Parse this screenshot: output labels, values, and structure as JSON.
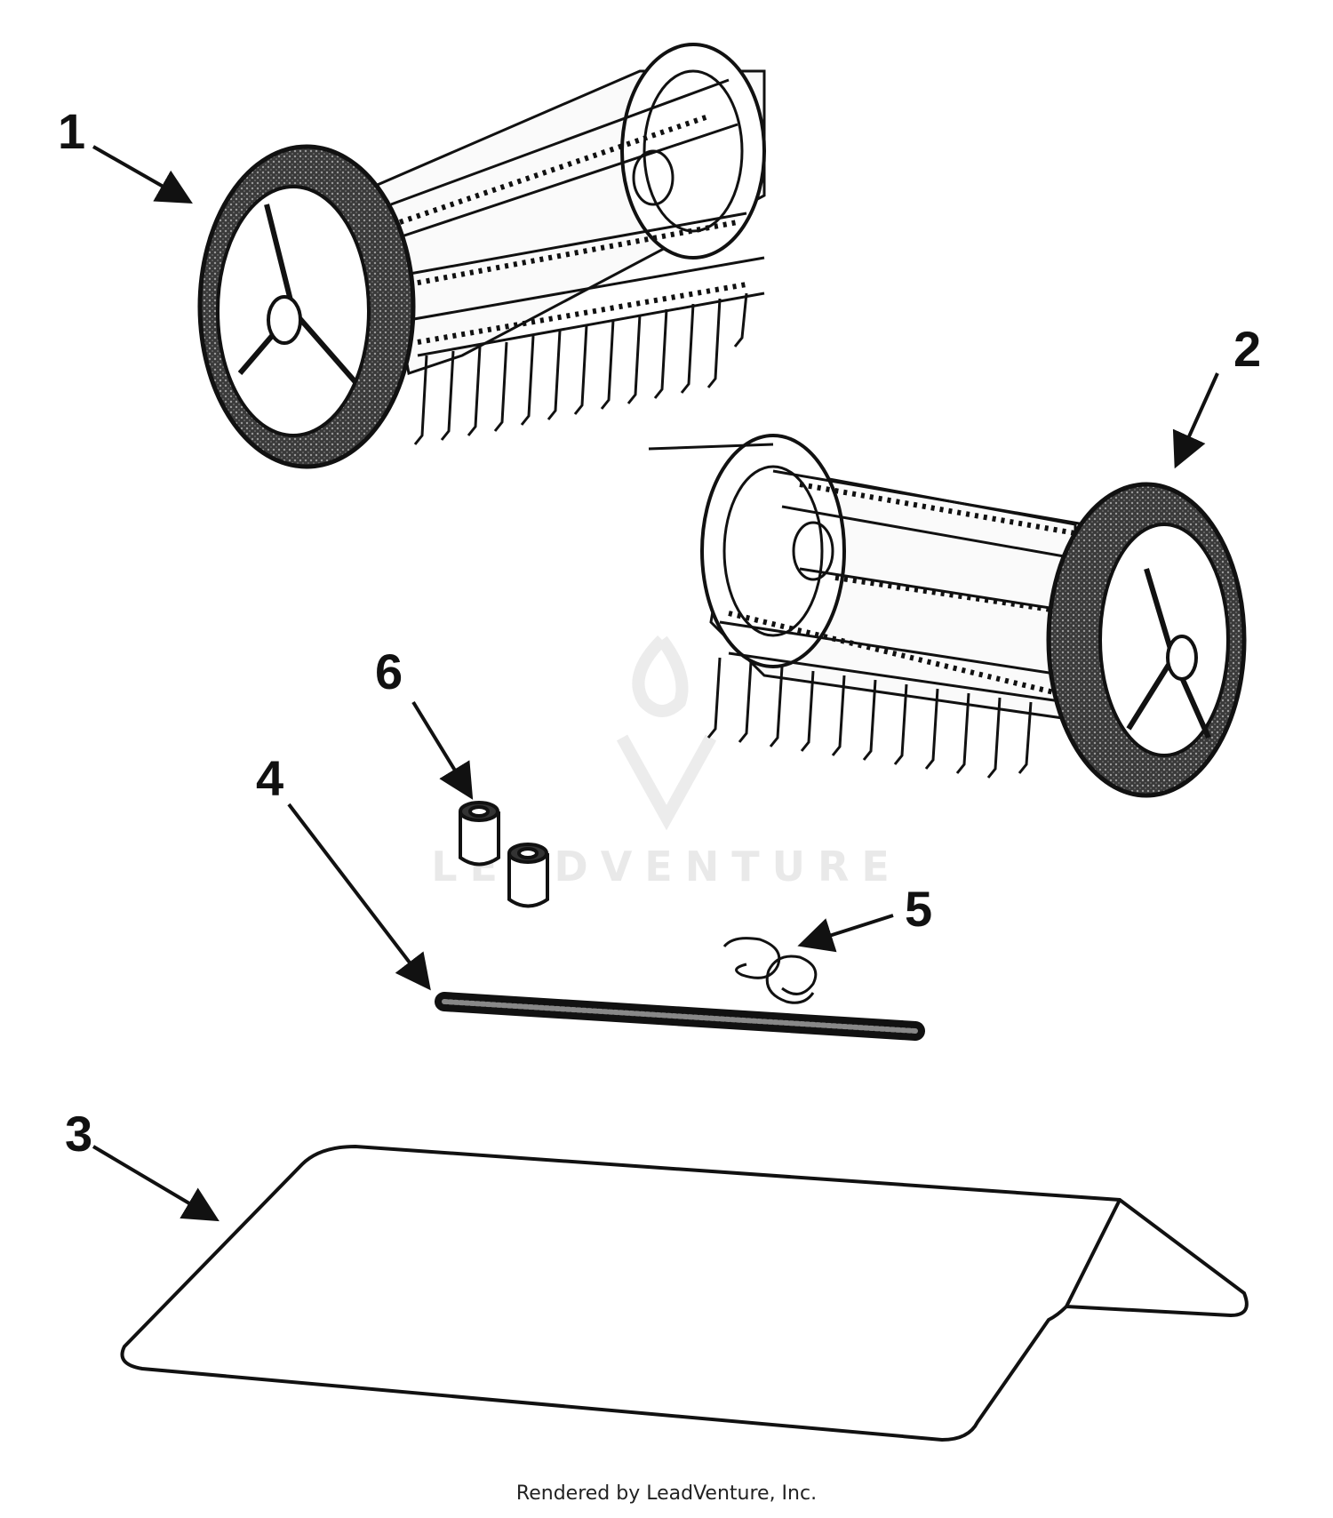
{
  "callouts": {
    "c1": "1",
    "c2": "2",
    "c3": "3",
    "c4": "4",
    "c5": "5",
    "c6": "6"
  },
  "watermark": "LEADVENTURE",
  "footer": "Rendered by LeadVenture, Inc.",
  "colors": {
    "ink": "#111111",
    "tire": "#2a2a2a",
    "watermark": "#e9e9e9"
  }
}
